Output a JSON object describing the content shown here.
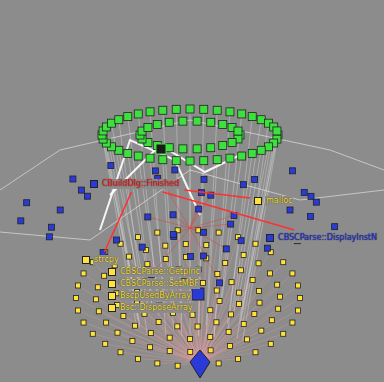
{
  "diagram": {
    "nodes": [
      {
        "text": [
          "CBuildDlg::Finished"
        ]
      },
      {
        "text": [
          "malloc"
        ]
      },
      {
        "text": [
          "CBSCParse::DisplayInstN"
        ]
      },
      {
        "text": [
          "strcpy"
        ]
      },
      {
        "text": [
          "CBSCParse::GetpInc"
        ]
      },
      {
        "text": [
          "CBSCParse::SetMBF"
        ]
      },
      {
        "text": [
          "BscpUsedByArray"
        ]
      },
      {
        "text": [
          "Bsc::DisposeArray"
        ]
      }
    ],
    "edges": [
      {
        "from": 0,
        "to": 1,
        "arrow": "none"
      },
      {
        "from": 0,
        "to": 2,
        "arrow": "none"
      },
      {
        "from": 0,
        "to": 3,
        "arrow": "none"
      }
    ]
  }
}
